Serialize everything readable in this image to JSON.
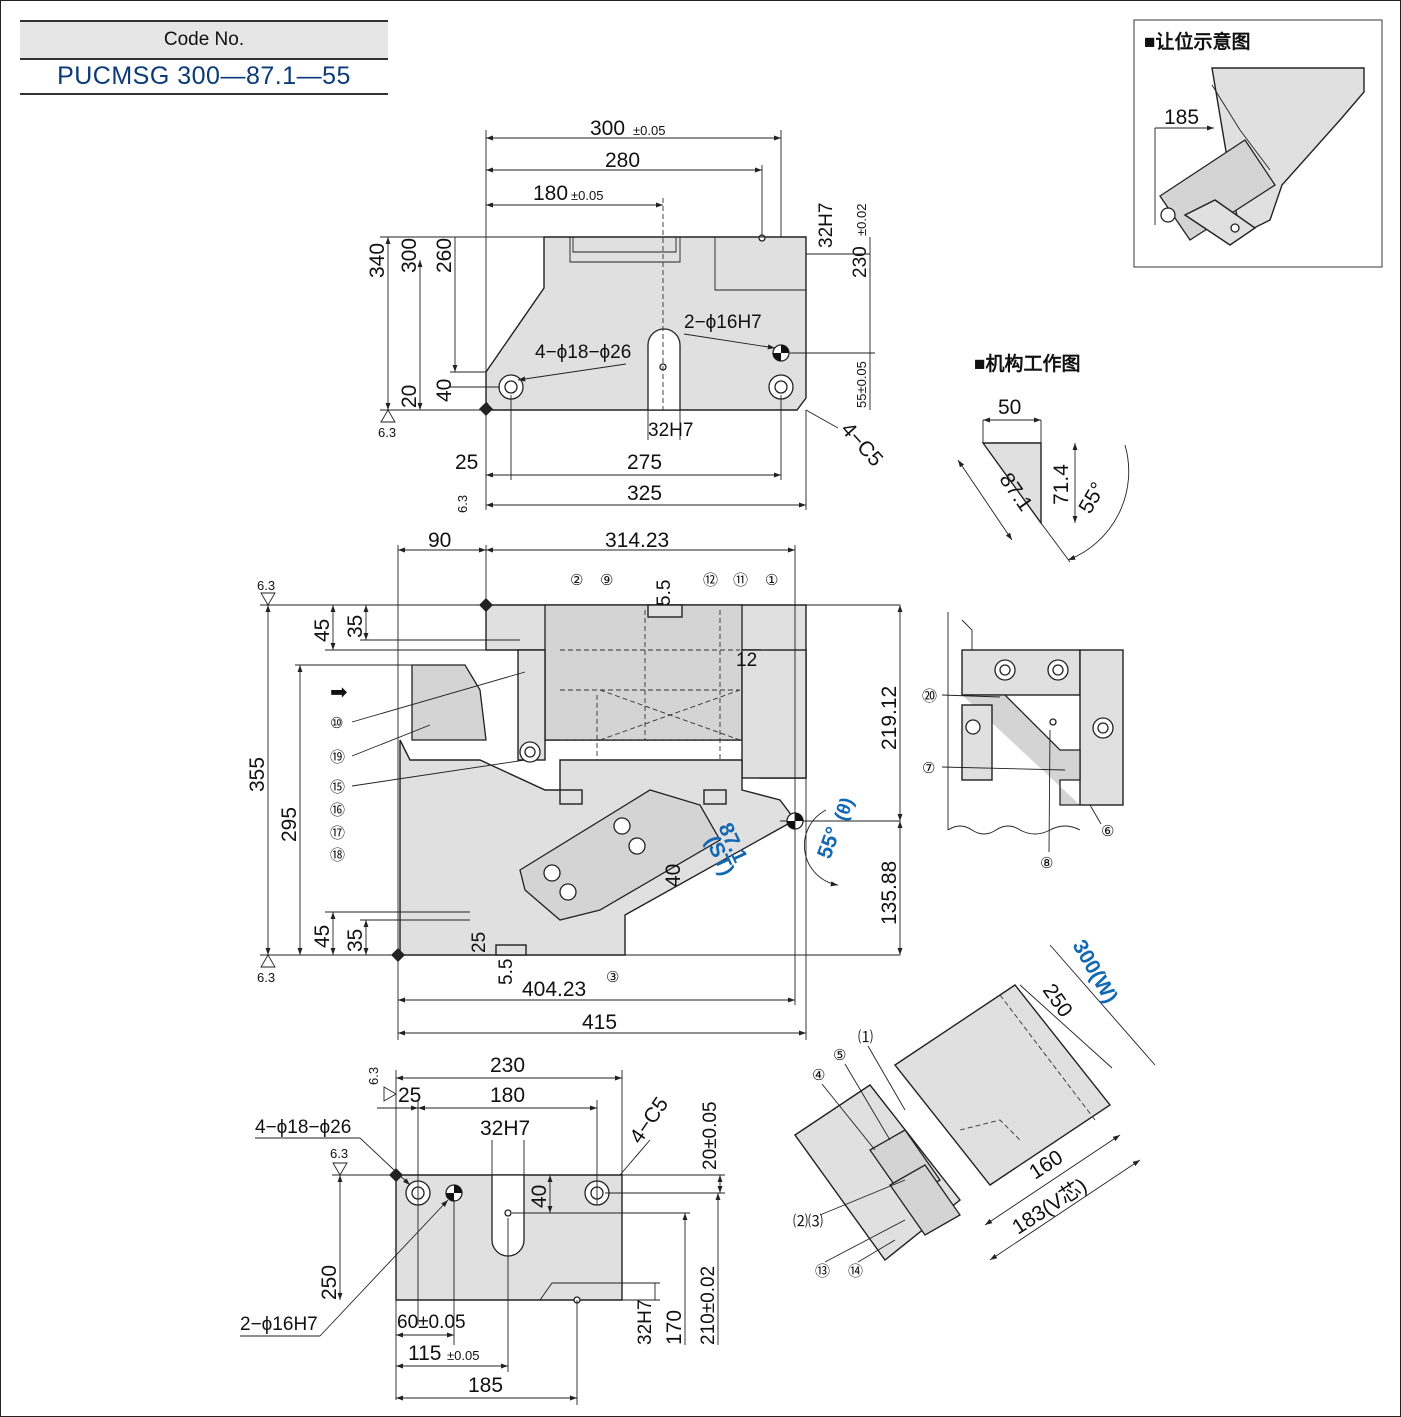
{
  "code": {
    "label": "Code No.",
    "value": "PUCMSG 300—87.1—55"
  },
  "insets": {
    "clearance_title": "■让位示意图",
    "clearance_dim": "185",
    "mechanism_title": "■机构工作图",
    "mech_dim_50": "50",
    "mech_dim_871": "87.1",
    "mech_dim_714": "71.4",
    "mech_angle": "55°"
  },
  "top_view": {
    "d300": "300",
    "d300_tol": "±0.05",
    "d280": "280",
    "d180": "180",
    "d180_tol": "±0.05",
    "d32h7_top": "32H7",
    "d230": "230",
    "d230_tol": "±0.02",
    "d340": "340",
    "d300v": "300",
    "d260": "260",
    "d20": "20",
    "d40": "40",
    "hole_pair": "2−ϕ16H7",
    "hole_quad": "4−ϕ18−ϕ26",
    "d55": "55±0.05",
    "d32h7_bot": "32H7",
    "chamfer": "4−C5",
    "d25": "25",
    "d275": "275",
    "d325": "325",
    "rough": "6.3"
  },
  "front_view": {
    "d90": "90",
    "d31423": "314.23",
    "d55": "5.5",
    "d12": "12",
    "d45a": "45",
    "d35a": "35",
    "d355": "355",
    "d295": "295",
    "d45b": "45",
    "d35b": "35",
    "d25": "25",
    "d55b": "5.5",
    "d40423": "404.23",
    "d415": "415",
    "d21912": "219.12",
    "d13588": "135.88",
    "d40": "40",
    "st": "(ST)",
    "d871": "87.1",
    "angle": "55°",
    "theta": "(θ)",
    "rough": "6.3",
    "callouts": [
      "②",
      "⑨",
      "⑫",
      "⑪",
      "①",
      "⑩",
      "⑲",
      "⑮",
      "⑯",
      "⑰",
      "⑱",
      "③"
    ]
  },
  "bottom_view": {
    "d230": "230",
    "d25": "25",
    "d180": "180",
    "d32h7": "32H7",
    "chamfer": "4−C5",
    "hole_quad": "4−ϕ18−ϕ26",
    "d20": "20±0.05",
    "d40": "40",
    "d250": "250",
    "hole_pair": "2−ϕ16H7",
    "d60": "60±0.05",
    "d115": "115",
    "d115_tol": "±0.05",
    "d185": "185",
    "d32h7b": "32H7",
    "d170": "170",
    "d210": "210±0.02",
    "rough": "6.3"
  },
  "side_view": {
    "callouts": [
      "⑳",
      "⑦",
      "⑧",
      "⑥"
    ]
  },
  "iso_view": {
    "w300": "300(W)",
    "d250": "250",
    "d160": "160",
    "d183": "183(V芯)",
    "callouts": [
      "⑴",
      "⑤",
      "④",
      "⑵⑶",
      "⑬",
      "⑭"
    ]
  }
}
